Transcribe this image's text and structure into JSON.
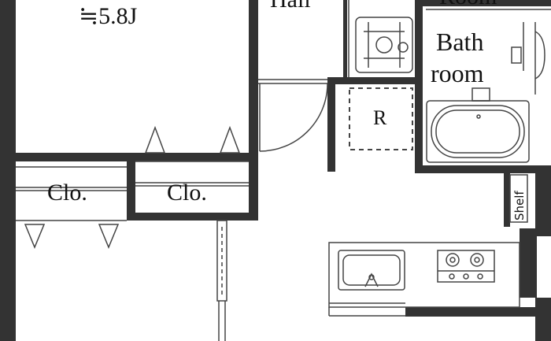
{
  "plan": {
    "room_size_label": "≒5.8J",
    "hall_label": "Hall",
    "room_label_top": "Room",
    "bathroom_label_line1": "Bath",
    "bathroom_label_line2": "room",
    "refrigerator_label": "R",
    "closet_left_label": "Clo.",
    "closet_right_label": "Clo.",
    "shelf_label": "Shelf"
  },
  "colors": {
    "wall": "#333333",
    "line": "#444444",
    "background": "#ffffff"
  }
}
